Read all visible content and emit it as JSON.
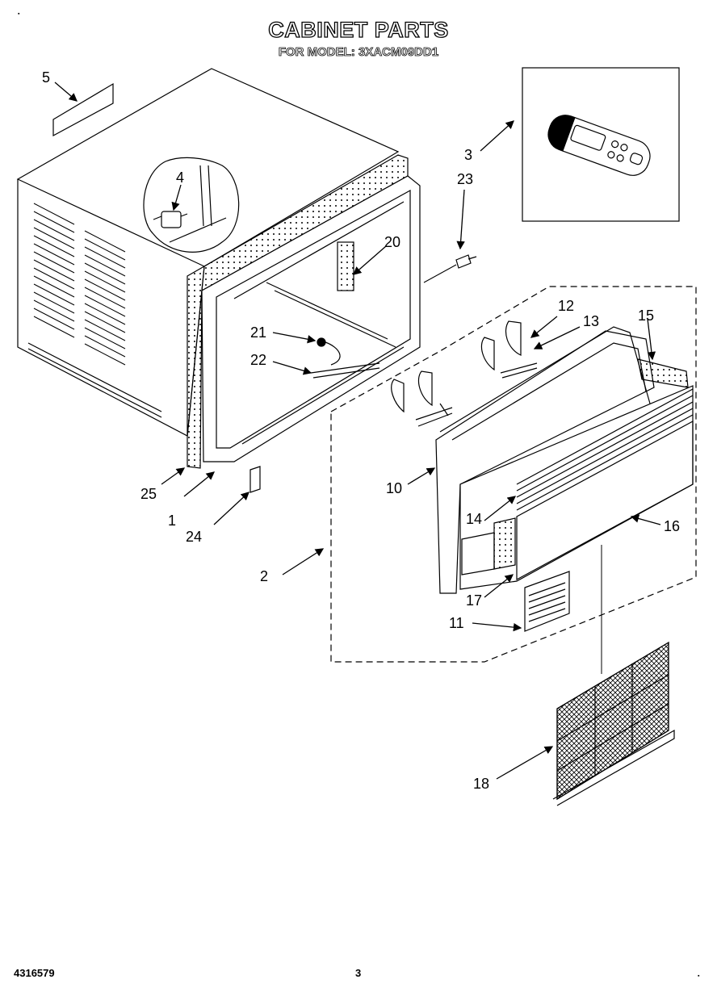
{
  "header": {
    "title": "CABINET PARTS",
    "subtitle": "FOR MODEL: 3XACM09DD1"
  },
  "callouts": {
    "c1": "1",
    "c2": "2",
    "c3": "3",
    "c4": "4",
    "c5": "5",
    "c10": "10",
    "c11": "11",
    "c12": "12",
    "c13": "13",
    "c14": "14",
    "c15": "15",
    "c16": "16",
    "c17": "17",
    "c18": "18",
    "c20": "20",
    "c21": "21",
    "c22": "22",
    "c23": "23",
    "c24": "24",
    "c25": "25"
  },
  "footer": {
    "doc_number": "4316579",
    "page_number": "3"
  },
  "colors": {
    "ink": "#000000",
    "paper": "#ffffff"
  }
}
